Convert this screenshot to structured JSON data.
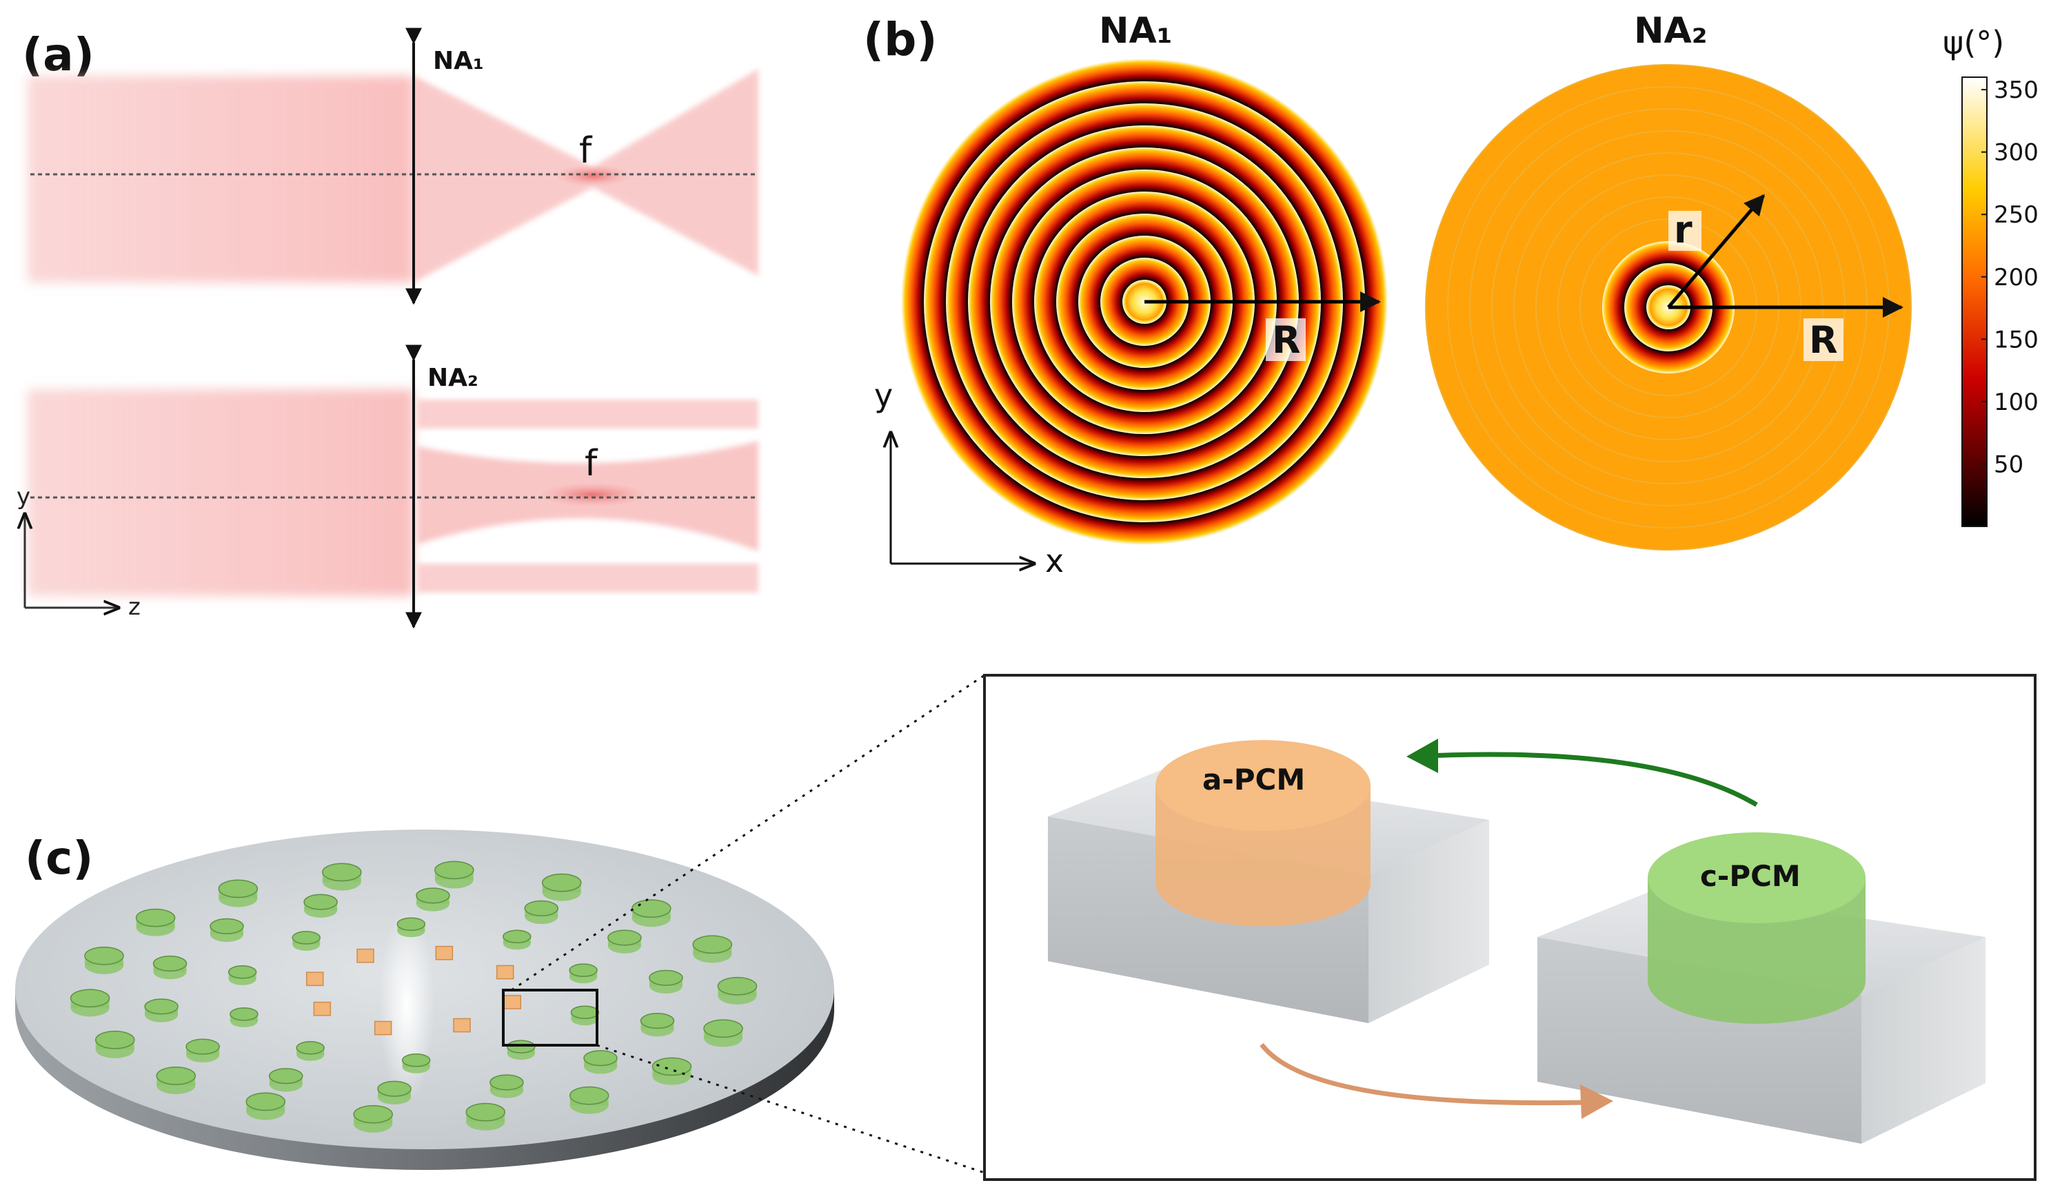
{
  "panel_a": {
    "label": "(a)",
    "na1_label": "NA₁",
    "na2_label": "NA₂",
    "focus_label_1": "f",
    "focus_label_2": "f",
    "axis_y": "y",
    "axis_z": "z"
  },
  "panel_b": {
    "label": "(b)",
    "title_1": "NA₁",
    "title_2": "NA₂",
    "radius_label_1": "R",
    "radius_label_2": "R",
    "inner_radius_label": "r",
    "axis_x": "x",
    "axis_y": "y",
    "colorbar": {
      "title": "ψ(°)",
      "ticks": [
        "350",
        "300",
        "250",
        "200",
        "150",
        "100",
        "50"
      ],
      "min": 0,
      "max": 360,
      "colormap": "hot"
    }
  },
  "panel_c": {
    "label": "(c)",
    "amorphous_label": "a-PCM",
    "crystalline_label": "c-PCM",
    "colors": {
      "amorphous": "#f2b57a",
      "crystalline": "#8cc56a",
      "substrate": "#d6d9dc",
      "arrow_green": "#1e7a1e",
      "arrow_orange": "#d9966a"
    }
  }
}
